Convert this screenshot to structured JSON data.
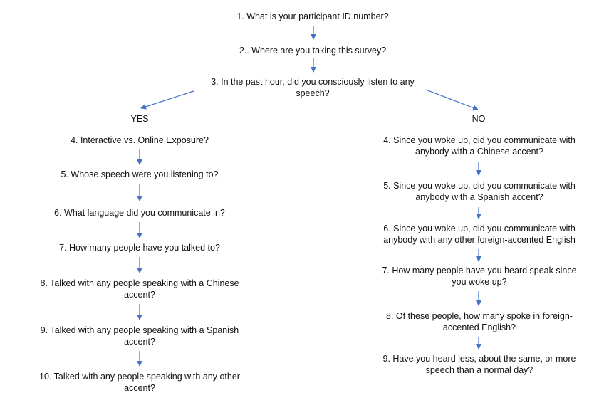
{
  "arrow_color": "#4472C4",
  "top": {
    "q1": "1. What is your participant ID number?",
    "q2": "2.. Where are you taking this survey?",
    "q3": "3. In the past hour, did you consciously listen to any\nspeech?"
  },
  "yes_branch": {
    "label": "YES",
    "questions": [
      "4. Interactive vs. Online Exposure?",
      "5. Whose speech were you listening to?",
      "6. What language did you communicate in?",
      "7. How many people have you talked to?",
      "8. Talked with any people speaking with a Chinese\naccent?",
      "9. Talked with any people speaking with a Spanish\naccent?",
      "10. Talked with any people speaking with any other\naccent?"
    ]
  },
  "no_branch": {
    "label": "NO",
    "questions": [
      "4. Since you woke up, did you communicate with\nanybody with a Chinese accent?",
      "5. Since you woke up, did you communicate with\nanybody with a Spanish accent?",
      "6. Since you woke up, did you communicate with\nanybody with any other foreign-accented English",
      "7. How many people have you heard speak since\nyou woke up?",
      "8. Of these people, how many spoke in foreign-\naccented English?",
      "9. Have you heard less, about the same, or more\nspeech than a normal day?"
    ]
  }
}
